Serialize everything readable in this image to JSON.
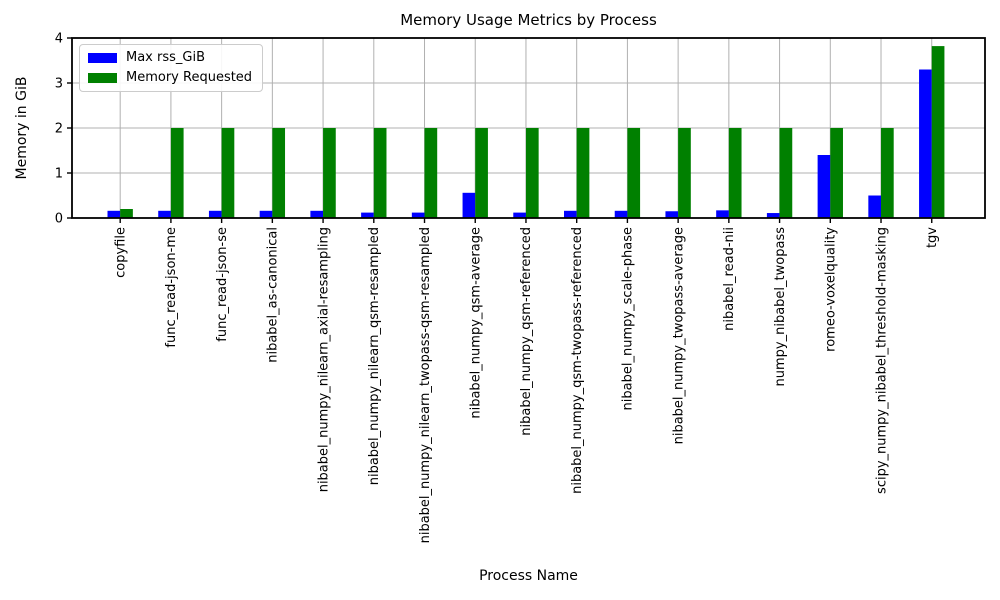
{
  "chart_data": {
    "type": "bar",
    "title": "Memory Usage Metrics by Process",
    "xlabel": "Process Name",
    "ylabel": "Memory in GiB",
    "ylim": [
      0,
      4
    ],
    "yticks": [
      0,
      1,
      2,
      3,
      4
    ],
    "grid": true,
    "legend_position": "upper left",
    "categories": [
      "copyfile",
      "func_read-json-me",
      "func_read-json-se",
      "nibabel_as-canonical",
      "nibabel_numpy_nilearn_axial-resampling",
      "nibabel_numpy_nilearn_qsm-resampled",
      "nibabel_numpy_nilearn_twopass-qsm-resampled",
      "nibabel_numpy_qsm-average",
      "nibabel_numpy_qsm-referenced",
      "nibabel_numpy_qsm-twopass-referenced",
      "nibabel_numpy_scale-phase",
      "nibabel_numpy_twopass-average",
      "nibabel_read-nii",
      "numpy_nibabel_twopass",
      "romeo-voxelquality",
      "scipy_numpy_nibabel_threshold-masking",
      "tgv"
    ],
    "series": [
      {
        "name": "Max rss_GiB",
        "color": "#0000ff",
        "values": [
          0.16,
          0.16,
          0.16,
          0.16,
          0.16,
          0.12,
          0.12,
          0.56,
          0.12,
          0.16,
          0.16,
          0.15,
          0.17,
          0.11,
          1.4,
          0.5,
          3.3
        ]
      },
      {
        "name": "Memory Requested",
        "color": "#008000",
        "values": [
          0.2,
          2.0,
          2.0,
          2.0,
          2.0,
          2.0,
          2.0,
          2.0,
          2.0,
          2.0,
          2.0,
          2.0,
          2.0,
          2.0,
          2.0,
          2.0,
          3.82
        ]
      }
    ]
  },
  "style_colors": {
    "grid": "#b0b0b0",
    "spine": "#000000",
    "tick_text": "#000000",
    "background": "#ffffff",
    "legend_border": "#cccccc"
  }
}
